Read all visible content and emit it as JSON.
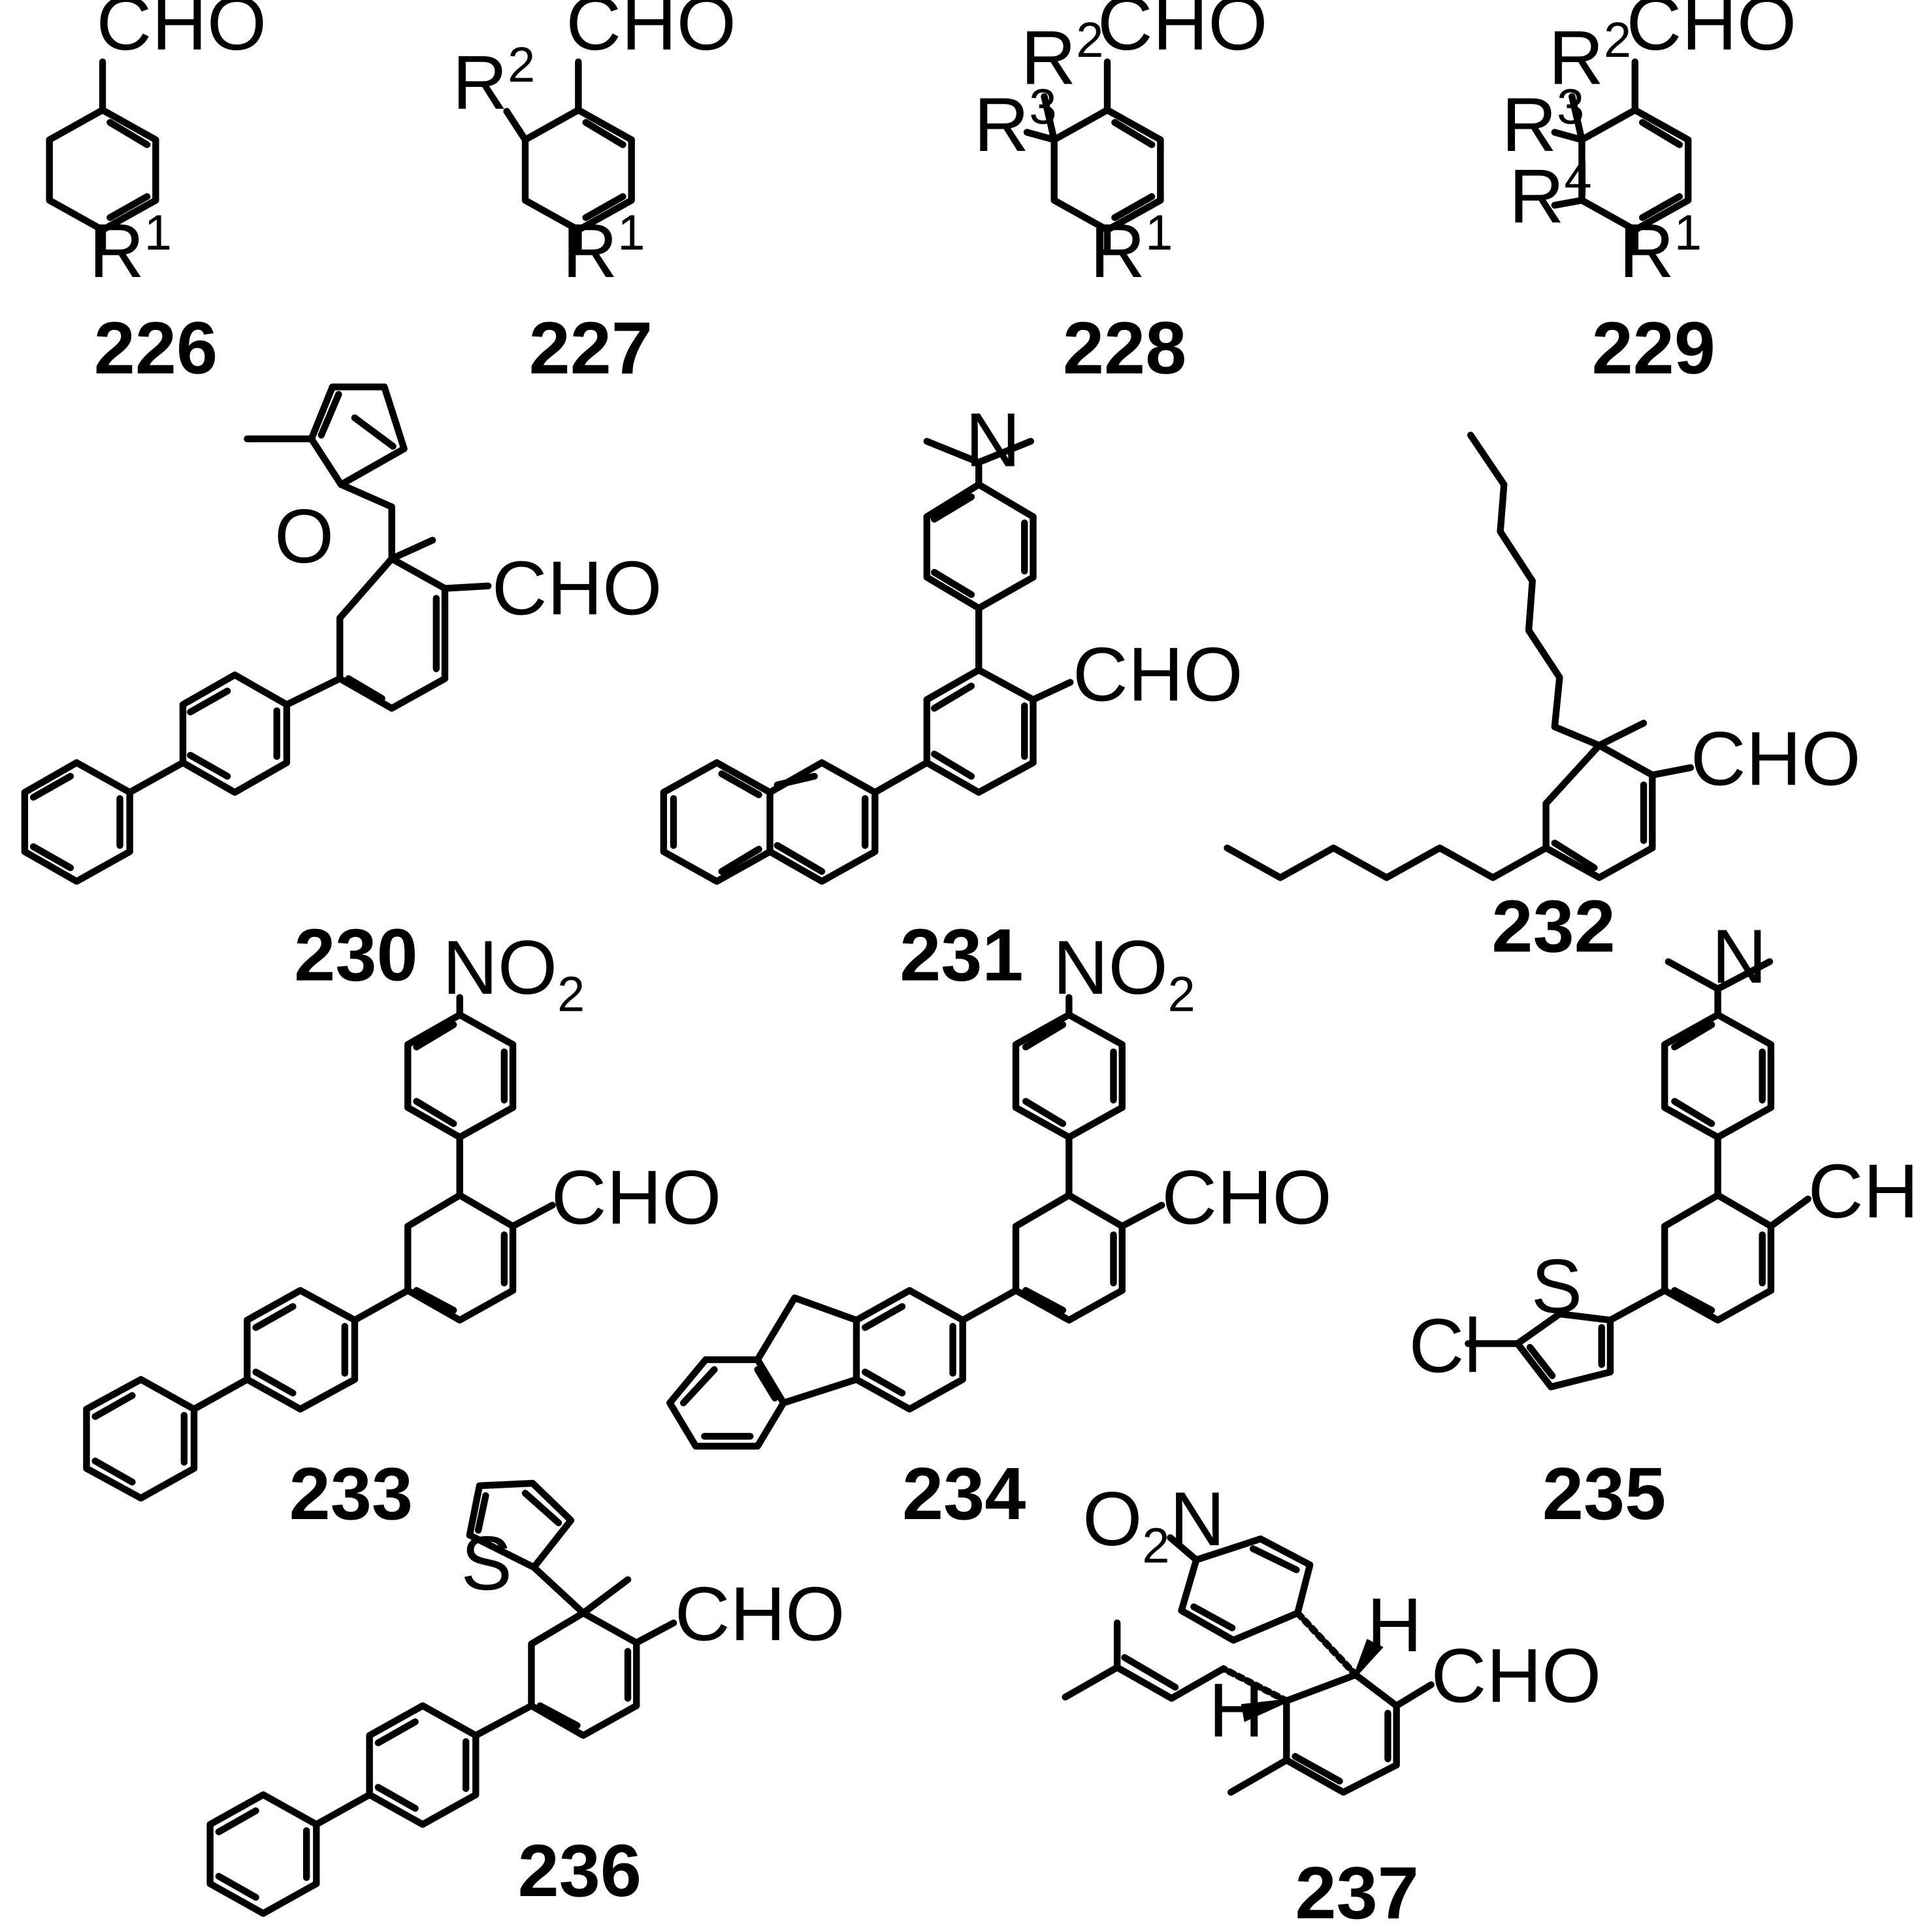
{
  "figure": {
    "background": "#ffffff",
    "ink": "#000000",
    "compounds": [
      {
        "id": "226",
        "label": "226"
      },
      {
        "id": "227",
        "label": "227"
      },
      {
        "id": "228",
        "label": "228"
      },
      {
        "id": "229",
        "label": "229"
      },
      {
        "id": "230",
        "label": "230"
      },
      {
        "id": "231",
        "label": "231"
      },
      {
        "id": "232",
        "label": "232"
      },
      {
        "id": "233",
        "label": "233"
      },
      {
        "id": "234",
        "label": "234"
      },
      {
        "id": "235",
        "label": "235"
      },
      {
        "id": "236",
        "label": "236"
      },
      {
        "id": "237",
        "label": "237"
      }
    ],
    "atom_labels": {
      "cho": "CHO",
      "r": "R",
      "sup1": "1",
      "sup2": "2",
      "sup3": "3",
      "sup4": "4",
      "nitro_no": "NO",
      "nitro_sub": "2",
      "o2n_o": "O",
      "o2n_sub": "2",
      "o2n_n": "N",
      "n": "N",
      "o": "O",
      "s": "S",
      "cl": "Cl",
      "h": "H"
    }
  }
}
